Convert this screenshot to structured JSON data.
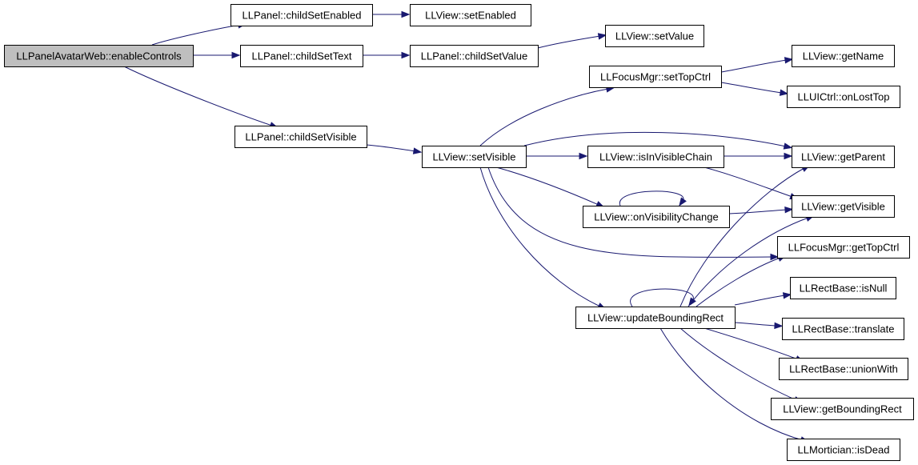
{
  "diagram": {
    "colors": {
      "edge": "#191970",
      "root_fill": "#bfbfbf",
      "node_fill": "#ffffff",
      "border": "#000000"
    },
    "nodes": [
      {
        "id": "enableControls",
        "label": "LLPanelAvatarWeb::enableControls",
        "root": true
      },
      {
        "id": "childSetEnabled",
        "label": "LLPanel::childSetEnabled"
      },
      {
        "id": "setEnabled",
        "label": "LLView::setEnabled"
      },
      {
        "id": "childSetText",
        "label": "LLPanel::childSetText"
      },
      {
        "id": "childSetValue",
        "label": "LLPanel::childSetValue"
      },
      {
        "id": "setValue",
        "label": "LLView::setValue"
      },
      {
        "id": "childSetVisible",
        "label": "LLPanel::childSetVisible"
      },
      {
        "id": "setVisible",
        "label": "LLView::setVisible"
      },
      {
        "id": "setTopCtrl",
        "label": "LLFocusMgr::setTopCtrl"
      },
      {
        "id": "getName",
        "label": "LLView::getName"
      },
      {
        "id": "onLostTop",
        "label": "LLUICtrl::onLostTop"
      },
      {
        "id": "isInVisibleChain",
        "label": "LLView::isInVisibleChain"
      },
      {
        "id": "getParent",
        "label": "LLView::getParent"
      },
      {
        "id": "onVisibilityChange",
        "label": "LLView::onVisibilityChange"
      },
      {
        "id": "getVisible",
        "label": "LLView::getVisible"
      },
      {
        "id": "getTopCtrl",
        "label": "LLFocusMgr::getTopCtrl"
      },
      {
        "id": "updateBoundingRect",
        "label": "LLView::updateBoundingRect"
      },
      {
        "id": "isNull",
        "label": "LLRectBase::isNull"
      },
      {
        "id": "translate",
        "label": "LLRectBase::translate"
      },
      {
        "id": "unionWith",
        "label": "LLRectBase::unionWith"
      },
      {
        "id": "getBoundingRect",
        "label": "LLView::getBoundingRect"
      },
      {
        "id": "isDead",
        "label": "LLMortician::isDead"
      }
    ],
    "edges": [
      {
        "from": "enableControls",
        "to": "childSetEnabled"
      },
      {
        "from": "enableControls",
        "to": "childSetText"
      },
      {
        "from": "enableControls",
        "to": "childSetVisible"
      },
      {
        "from": "childSetEnabled",
        "to": "setEnabled"
      },
      {
        "from": "childSetText",
        "to": "childSetValue"
      },
      {
        "from": "childSetValue",
        "to": "setValue"
      },
      {
        "from": "childSetVisible",
        "to": "setVisible"
      },
      {
        "from": "setVisible",
        "to": "setTopCtrl"
      },
      {
        "from": "setVisible",
        "to": "getParent"
      },
      {
        "from": "setVisible",
        "to": "isInVisibleChain"
      },
      {
        "from": "setVisible",
        "to": "onVisibilityChange"
      },
      {
        "from": "setVisible",
        "to": "getTopCtrl"
      },
      {
        "from": "setVisible",
        "to": "updateBoundingRect"
      },
      {
        "from": "setTopCtrl",
        "to": "getName"
      },
      {
        "from": "setTopCtrl",
        "to": "onLostTop"
      },
      {
        "from": "isInVisibleChain",
        "to": "getParent"
      },
      {
        "from": "isInVisibleChain",
        "to": "getVisible"
      },
      {
        "from": "onVisibilityChange",
        "to": "onVisibilityChange"
      },
      {
        "from": "onVisibilityChange",
        "to": "getVisible"
      },
      {
        "from": "updateBoundingRect",
        "to": "updateBoundingRect"
      },
      {
        "from": "updateBoundingRect",
        "to": "getParent"
      },
      {
        "from": "updateBoundingRect",
        "to": "getVisible"
      },
      {
        "from": "updateBoundingRect",
        "to": "getTopCtrl"
      },
      {
        "from": "updateBoundingRect",
        "to": "isNull"
      },
      {
        "from": "updateBoundingRect",
        "to": "translate"
      },
      {
        "from": "updateBoundingRect",
        "to": "unionWith"
      },
      {
        "from": "updateBoundingRect",
        "to": "getBoundingRect"
      },
      {
        "from": "updateBoundingRect",
        "to": "isDead"
      }
    ]
  }
}
